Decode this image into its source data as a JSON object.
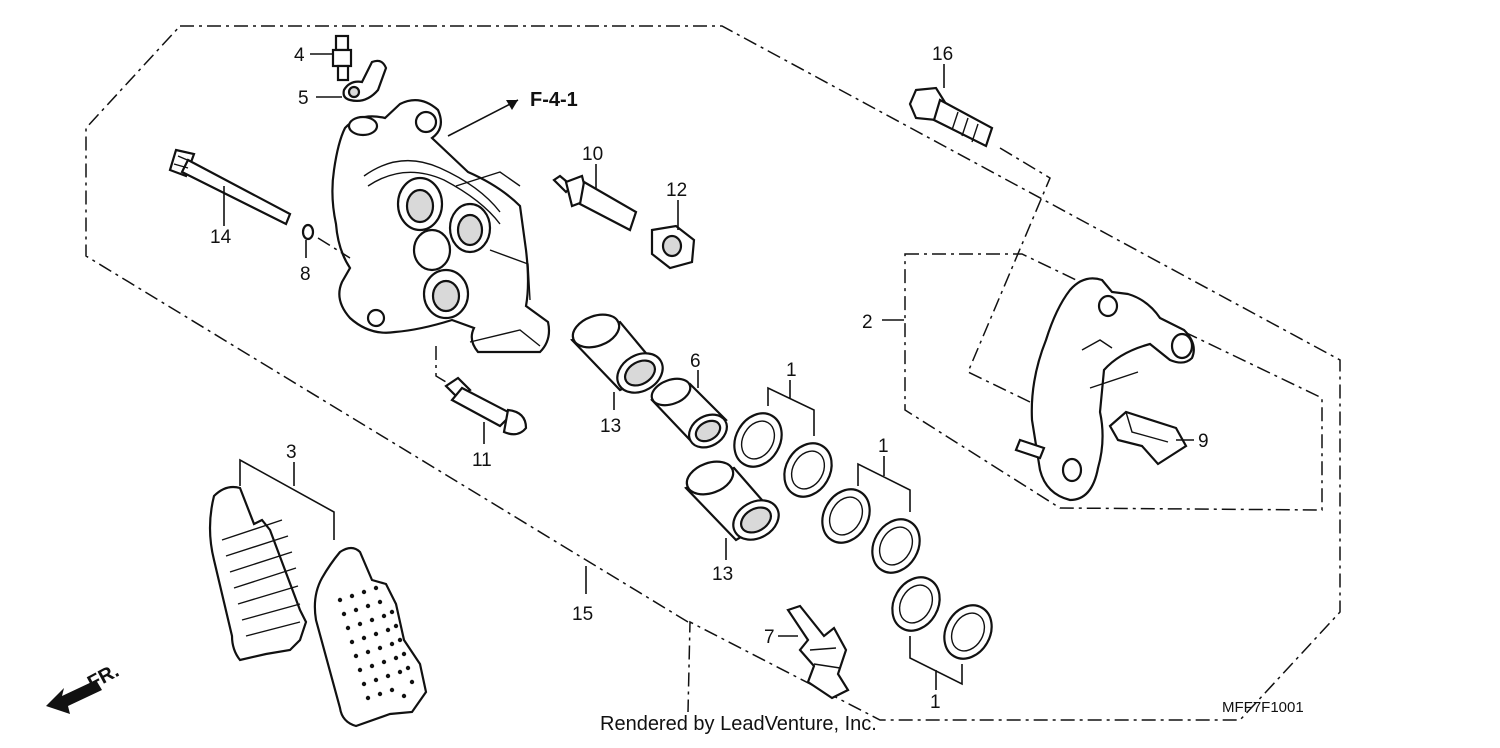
{
  "callouts": {
    "c1a": "1",
    "c1b": "1",
    "c1c": "1",
    "c2": "2",
    "c3": "3",
    "c4": "4",
    "c5": "5",
    "c6": "6",
    "c7": "7",
    "c8": "8",
    "c9": "9",
    "c10": "10",
    "c11": "11",
    "c12": "12",
    "c13a": "13",
    "c13b": "13",
    "c14": "14",
    "c15": "15",
    "c16": "16"
  },
  "reference": "F-4-1",
  "direction": "FR.",
  "footer": "Rendered by LeadVenture, Inc.",
  "diagram_code": "MFF7F1001"
}
